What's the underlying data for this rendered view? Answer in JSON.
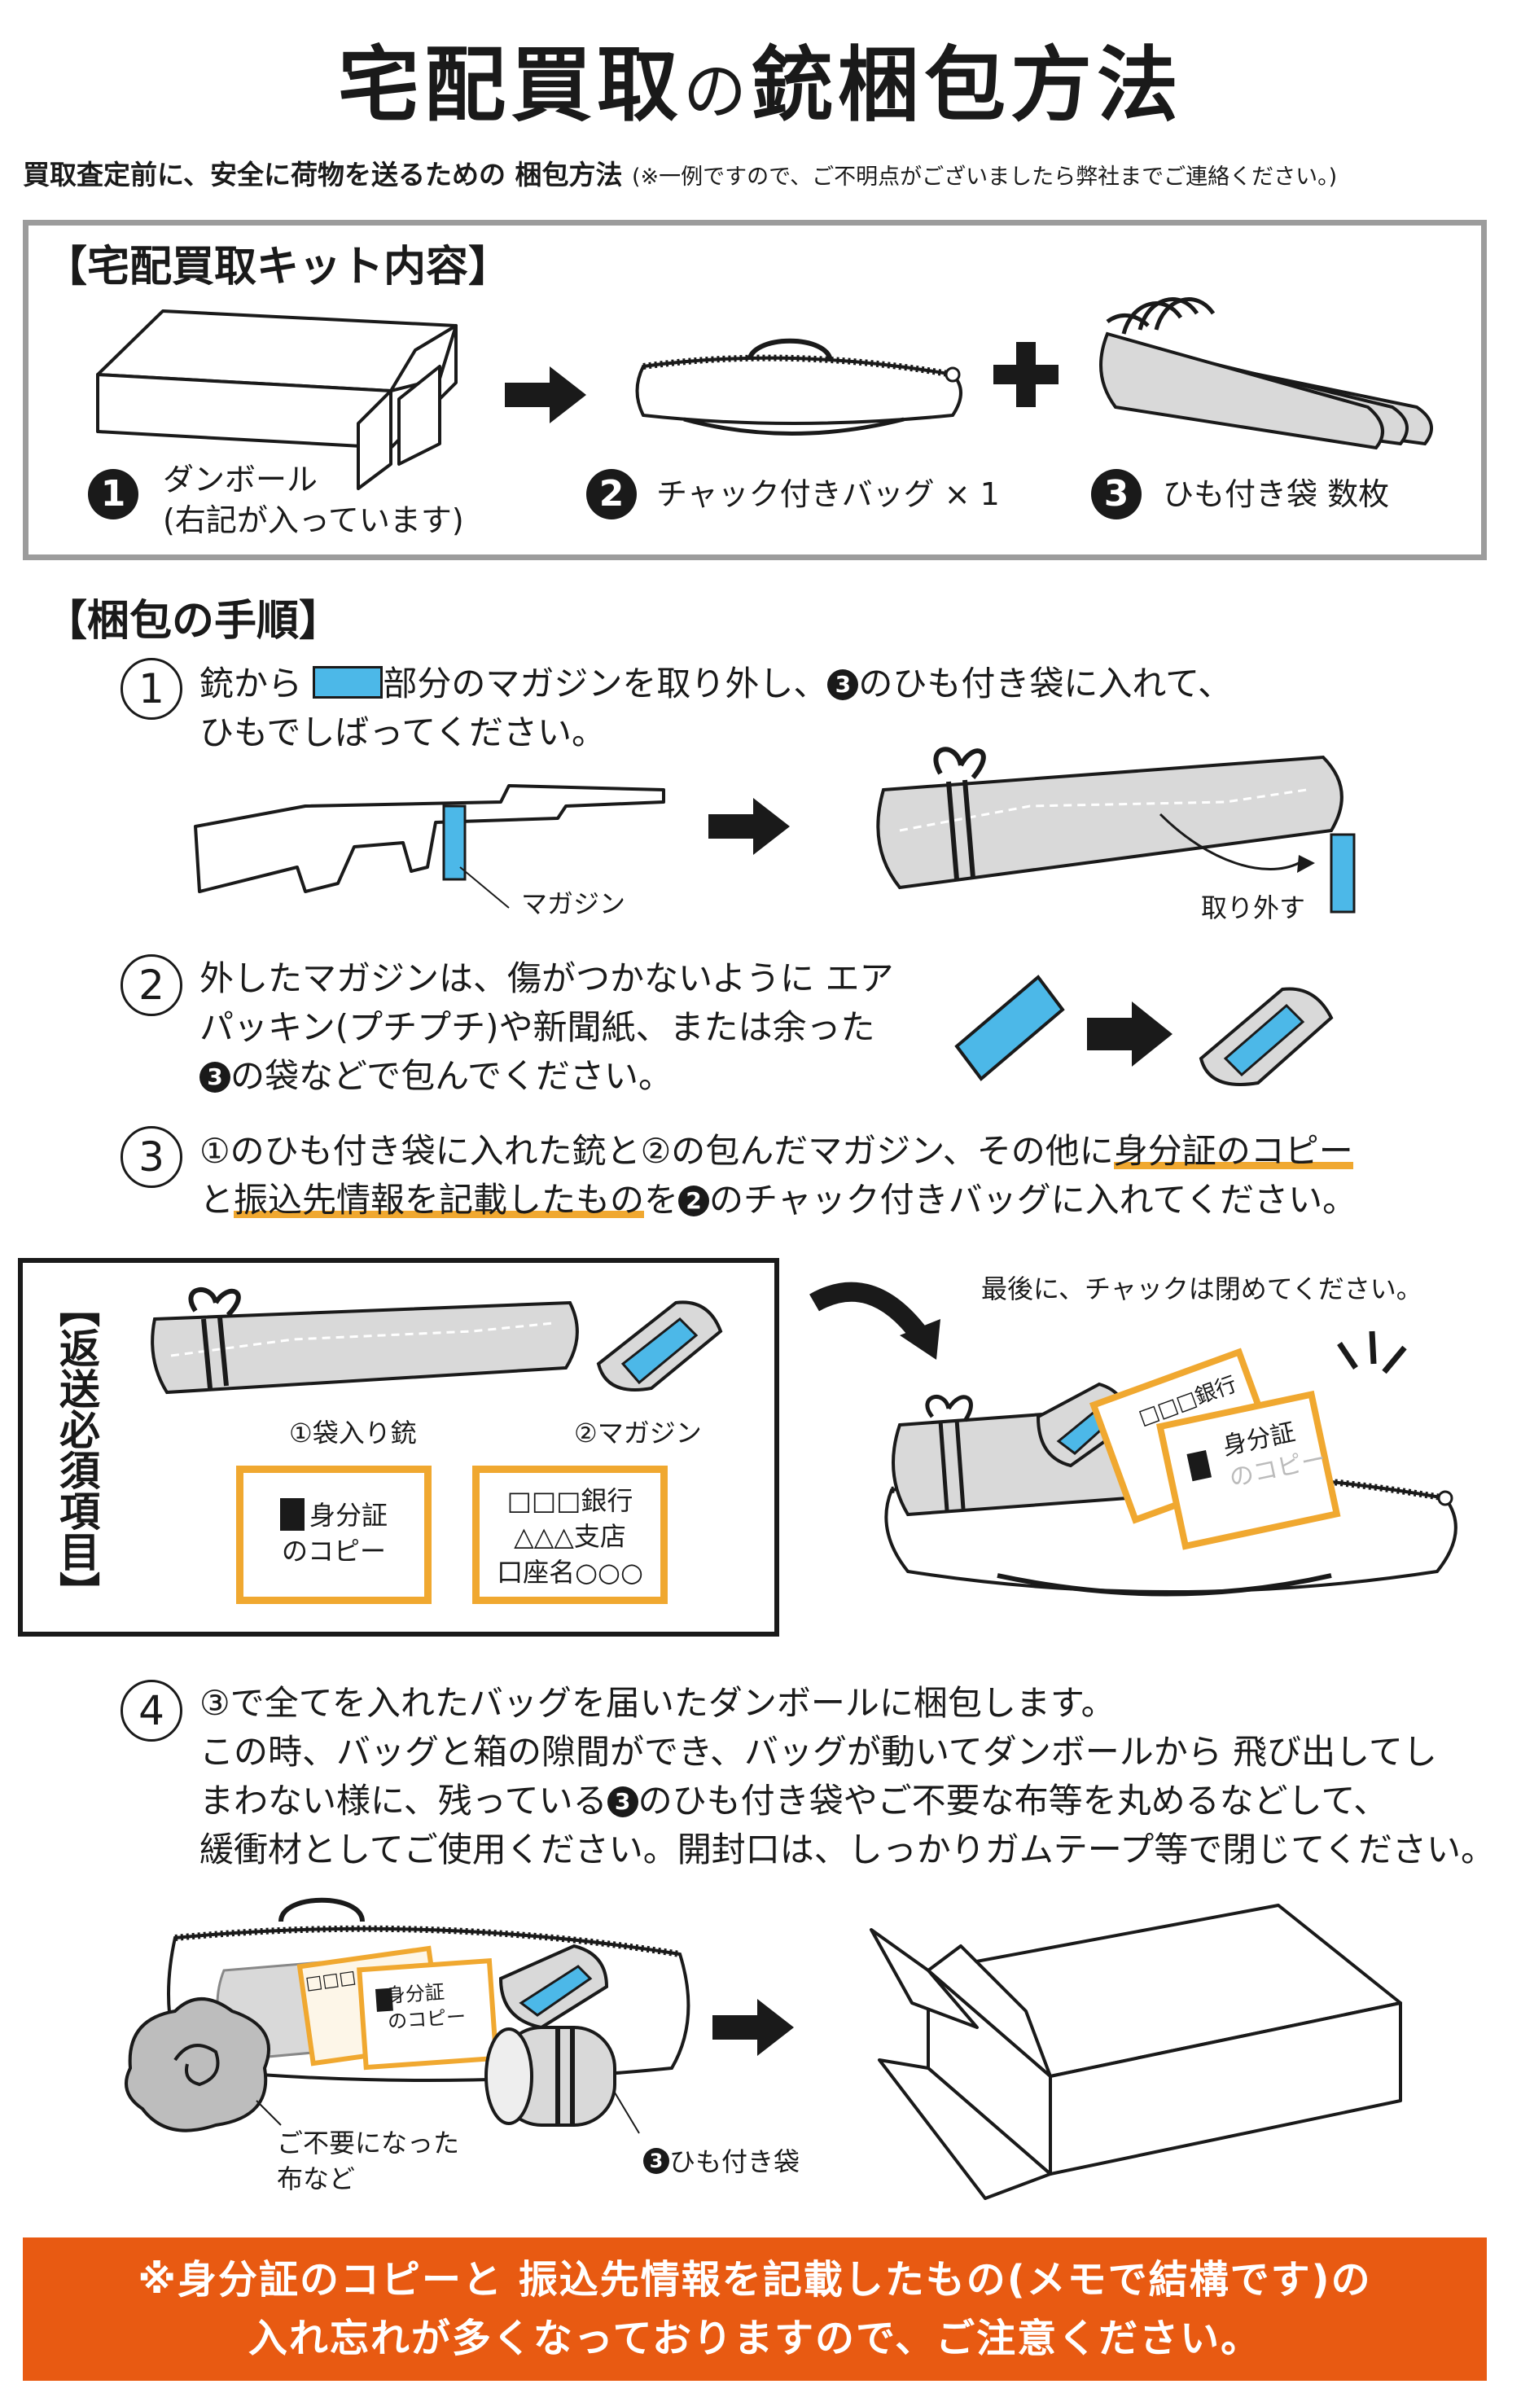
{
  "title": {
    "main": "宅配買取",
    "no": "の",
    "rest": "銃梱包方法"
  },
  "subtitle": {
    "text": "買取査定前に、安全に荷物を送るための 梱包方法",
    "note": "(※一例ですので、ご不明点がございましたら弊社までご連絡ください。)"
  },
  "kit": {
    "heading": "【宅配買取キット内容】",
    "items": [
      {
        "num": "1",
        "label": "ダンボール",
        "sublabel": "(右記が入っています)"
      },
      {
        "num": "2",
        "label": "チャック付きバッグ × 1"
      },
      {
        "num": "3",
        "label": "ひも付き袋 数枚"
      }
    ]
  },
  "steps_heading": "【梱包の手順】",
  "step1": {
    "num": "1",
    "line1_a": "銃から",
    "line1_b": "部分のマガジンを取り外し、",
    "line1_num": "3",
    "line1_c": "のひも付き袋に入れて、",
    "line2": "ひもでしばってください。",
    "magazine_caption": "マガジン",
    "remove_caption": "取り外す"
  },
  "step2": {
    "num": "2",
    "line1": "外したマガジンは、傷がつかないように エア",
    "line2": "パッキン(プチプチ)や新聞紙、または余った",
    "line3_num": "3",
    "line3": "の袋などで包んでください。"
  },
  "step3": {
    "num": "3",
    "line1_a": "①のひも付き袋に入れた銃と②の包んだマガジン、その他に",
    "line1_hl": "身分証のコピー",
    "line2_a": "と",
    "line2_hl": "振込先情報を記載したもの",
    "line2_b": "を",
    "line2_num": "2",
    "line2_c": "のチャック付きバッグに入れてください。"
  },
  "return_box": {
    "vertical": "【返送必須項目】",
    "gun_caption": "①袋入り銃",
    "mag_caption": "②マガジン",
    "id_card_1": "身分証",
    "id_card_2": "のコピー",
    "bank_1": "□□□銀行",
    "bank_2": "△△△支店",
    "bank_3": "口座名○○○"
  },
  "bag_scene": {
    "close_note": "最後に、チャックは閉めてください。",
    "card_bank": "□□□銀行",
    "card_id_1": "身分証",
    "card_id_2": "のコピー"
  },
  "step4": {
    "num": "4",
    "line1": "③で全てを入れたバッグを届いたダンボールに梱包します。",
    "line2": "この時、バッグと箱の隙間ができ、バッグが動いてダンボールから 飛び出してし",
    "line3_a": "まわない様に、残っている",
    "line3_num": "3",
    "line3_b": "のひも付き袋やご不要な布等を丸めるなどして、",
    "line4": "緩衝材としてご使用ください。開封口は、しっかりガムテープ等で閉じてください。",
    "cloth_1": "ご不要になった",
    "cloth_2": "布など",
    "bag_num": "3",
    "bag_caption": "ひも付き袋",
    "mini_card_bank": "□□□",
    "mini_card_id_1": "身分証",
    "mini_card_id_2": "のコピー"
  },
  "banner": {
    "line1": "※身分証のコピーと 振込先情報を記載したもの(メモで結構です)の",
    "line2": "入れ忘れが多くなっておりますので、ご注意ください。"
  },
  "colors": {
    "orange": "#f0a830",
    "blue": "#4cb8e8",
    "banner": "#e85a12",
    "frame": "#9c9c9c"
  }
}
